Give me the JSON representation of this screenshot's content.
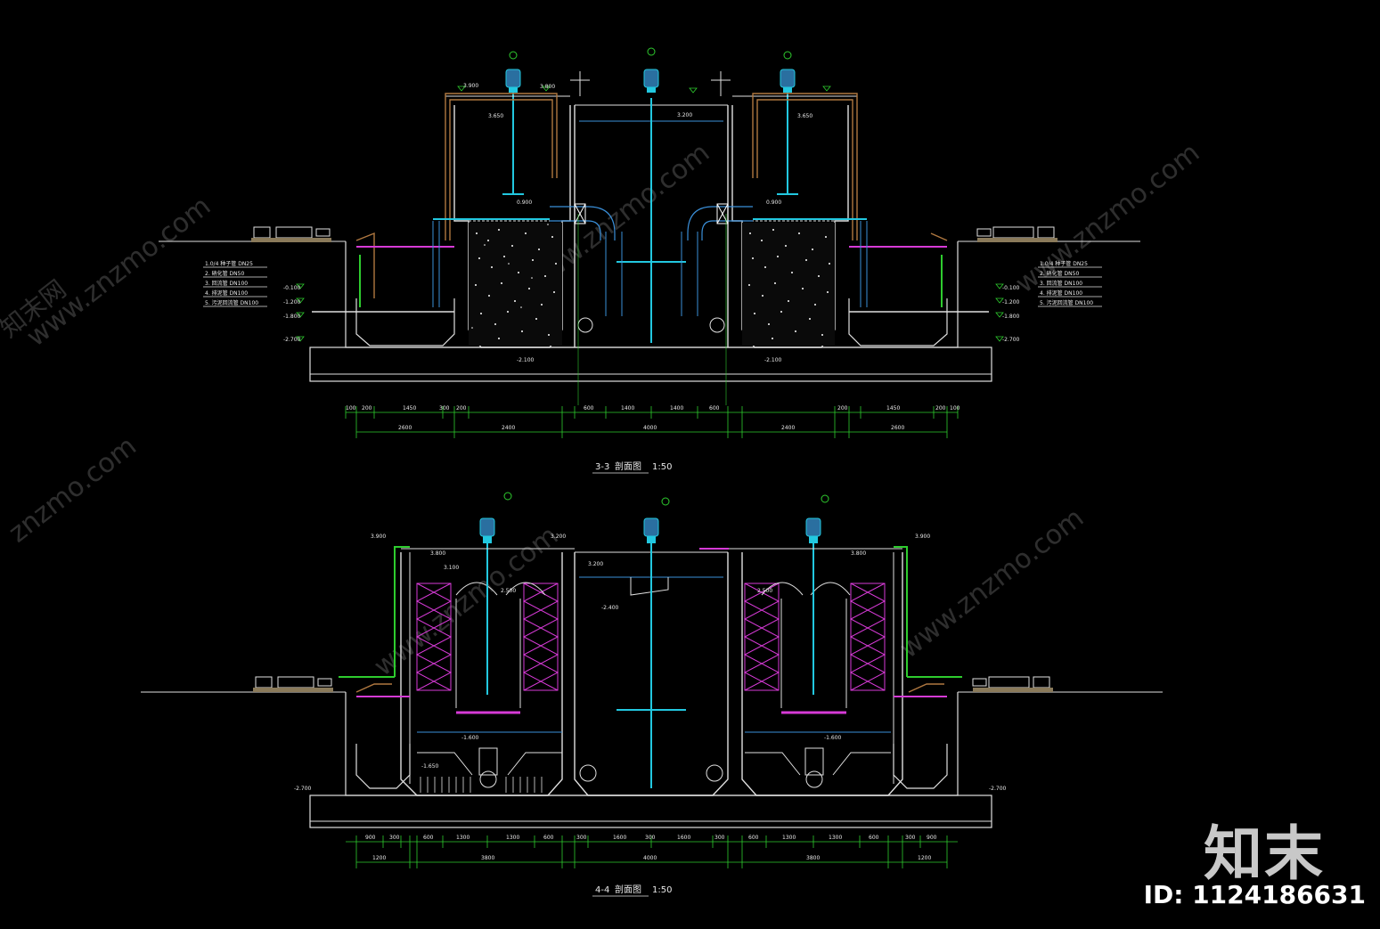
{
  "drawing": {
    "section_a": {
      "title": "3-3",
      "title_suffix": "剖面图",
      "scale": "1:50"
    },
    "section_b": {
      "title": "4-4",
      "title_suffix": "剖面图",
      "scale": "1:50"
    },
    "watermark": {
      "url": "www.znzmo.com",
      "short": "znzmo.com",
      "cn": "知末网"
    },
    "brand": {
      "logo_text": "知末",
      "id_label": "ID: 1124186631"
    },
    "elevations_a": [
      "3.900",
      "3.800",
      "3.650",
      "3.650",
      "3.200",
      "0.900",
      "0.900",
      "-0.100",
      "-1.200",
      "-1.800",
      "-2.100",
      "-2.700"
    ],
    "elevations_b": [
      "3.900",
      "3.800",
      "3.100",
      "2.500",
      "3.200",
      "-2.400",
      "-1.600",
      "-1.650",
      "-2.700"
    ],
    "dims_a_top": [
      "100",
      "200",
      "1450",
      "300",
      "200",
      "600",
      "1400",
      "1400",
      "600",
      "200",
      "1450",
      "200",
      "100"
    ],
    "dims_a_bottom": [
      "2600",
      "2400",
      "4000",
      "2400",
      "2600"
    ],
    "dims_b_top": [
      "900",
      "300",
      "600",
      "1300",
      "1300",
      "600",
      "300",
      "1600",
      "300",
      "1600",
      "300",
      "600",
      "1300",
      "1300",
      "600",
      "300",
      "900"
    ],
    "dims_b_bottom": [
      "1200",
      "3800",
      "4000",
      "3800",
      "1200"
    ],
    "colors": {
      "background": "#000000",
      "structure": "#e0e0e0",
      "water": "#3a8fd9",
      "dim": "#2ecc2e",
      "pipe_brown": "#b07840",
      "magenta": "#d63ad6",
      "cyan": "#22c8e0"
    }
  }
}
